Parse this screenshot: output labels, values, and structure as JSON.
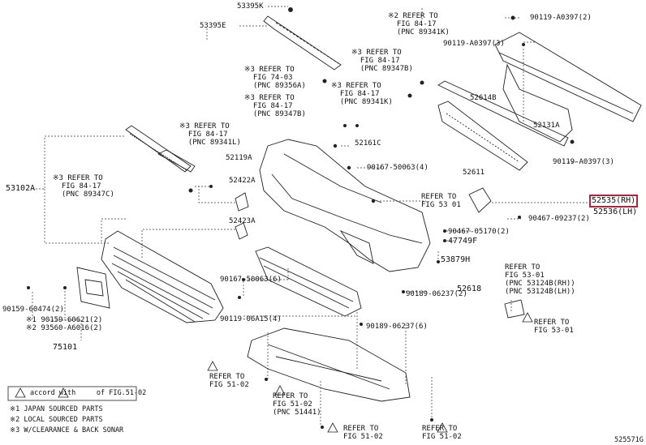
{
  "labels": {
    "l53395K": "53395K",
    "l53395E": "53395E",
    "ref_8417_a": "※2 REFER TO\n  FIG 84-17\n  (PNC 89341K)",
    "p90119_2a": "90119-A0397(2)",
    "p90119_3": "90119-A0397(3)",
    "ref_8417_b": "※3 REFER TO\n  FIG 84-17\n  (PNC 89347B)",
    "ref_7403": "※3 REFER TO\n  FIG 74-03\n  (PNC 89356A)",
    "ref_8417_c": "※3 REFER TO\n  FIG 84-17\n  (PNC 89341K)",
    "ref_8417_d": "※3 REFER TO\n  FIG 84-17\n  (PNC 89347B)",
    "l52614B": "52614B",
    "l52131A": "52131A",
    "ref_8417_e": "※3 REFER TO\n  FIG 84-17\n  (PNC 89341L)",
    "l52161C": "52161C",
    "l52119A": "52119A",
    "p90119_3b": "90119-A0397(3)",
    "p90167_4": "90167-50063(4)",
    "l52611": "52611",
    "ref_8417_f": "※3 REFER TO\n  FIG 84-17\n  (PNC 89347C)",
    "l52422A": "52422A",
    "l53102A": "53102A",
    "ref_5301": "REFER TO\nFIG 53 01",
    "l52535RH": "52535(RH)",
    "l52536LH": "52536(LH)",
    "p90467_2": "90467-09237(2)",
    "l52423A": "52423A",
    "p90467_05170": "90467-05170(2)",
    "l47749F": "47749F",
    "ref_5301_b": "REFER TO\nFIG 53-01\n(PNC 53124B(RH))\n(PNC 53124B(LH))",
    "l53879H": "53879H",
    "p90167_6": "90167-50063(6)",
    "p90159_60474": "90159-60474(2)",
    "l52618": "52618",
    "p90189_2": "90189-06237(2)",
    "ref_5301_c": "REFER TO\nFIG 53-01",
    "p90119_06a15": "90119-06A15(4)",
    "p90159_60621": "※1 90159-60621(2)\n※2 93560-A6016(2)",
    "p90189_6": "90189-06237(6)",
    "l75101": "75101",
    "ref_5102_a": "REFER TO\nFIG 51-02",
    "ref_5102_b": "REFER TO\nFIG 51-02\n(PNC 51441)",
    "ref_5102_c": "REFER TO\nFIG 51-02",
    "ref_5102_d": "REFER TO\nFIG 51-02"
  },
  "legend": {
    "note": "accord with     of FIG.51-02",
    "line1": "※1 JAPAN SOURCED PARTS",
    "line2": "※2 LOCAL SOURCED PARTS",
    "line3": "※3 W/CLEARANCE & BACK SONAR"
  },
  "diagram_id": "525571G",
  "colors": {
    "highlight": "#b0243c",
    "line": "#222222"
  }
}
